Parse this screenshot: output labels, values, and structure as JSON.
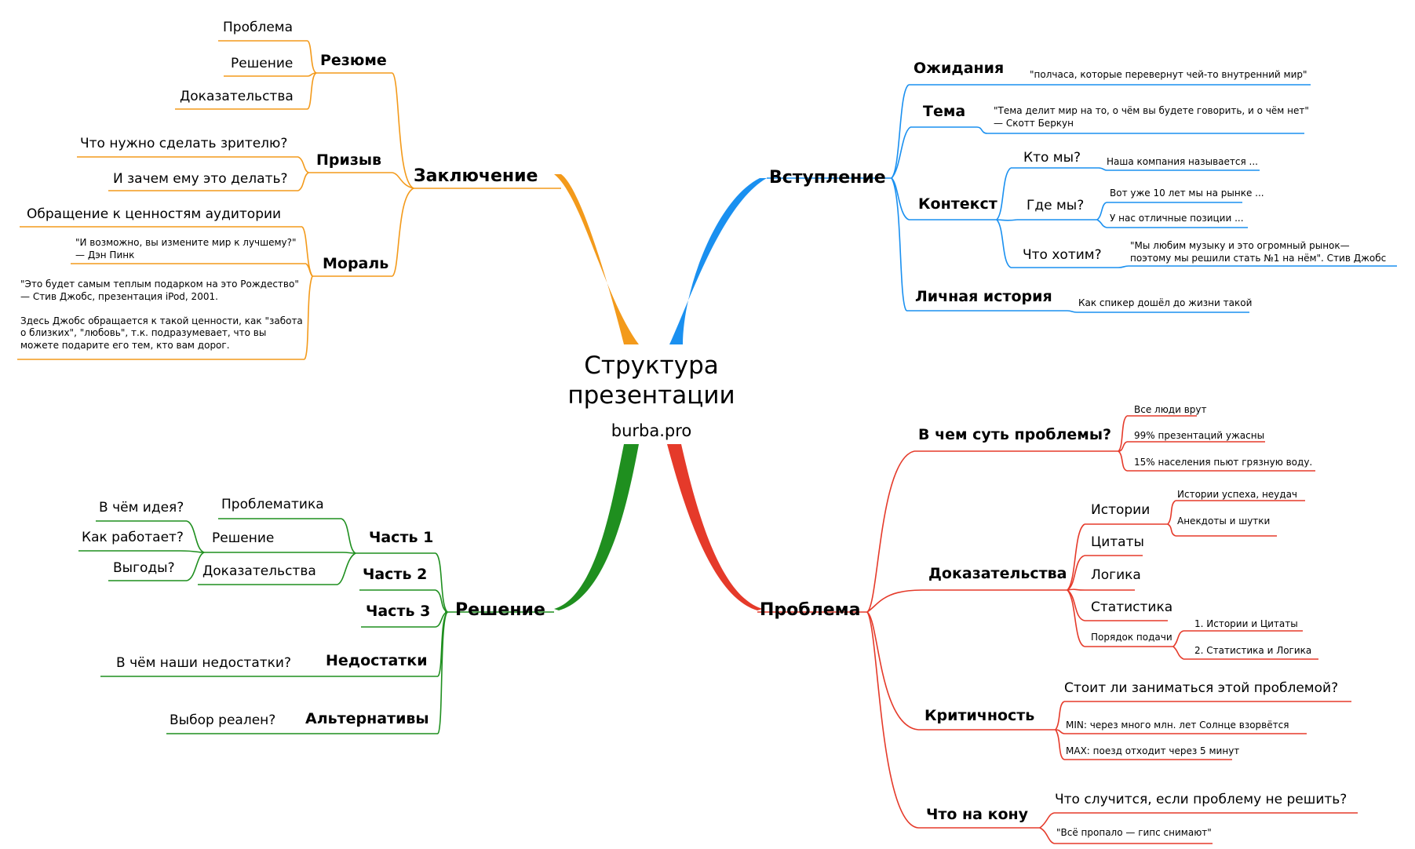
{
  "center": {
    "title_line1": "Структура",
    "title_line2": "презентации",
    "site": "burba.pro"
  },
  "colors": {
    "conclusion": "#f39a1b",
    "intro": "#1a90f0",
    "solution": "#1f8f1f",
    "problem": "#e53a2a"
  },
  "conclusion": {
    "title": "Заключение",
    "resume": {
      "title": "Резюме",
      "items": [
        "Проблема",
        "Решение",
        "Доказательства"
      ]
    },
    "call": {
      "title": "Призыв",
      "items": [
        "Что нужно сделать зрителю?",
        "И зачем ему это делать?"
      ]
    },
    "moral": {
      "title": "Мораль",
      "values": "Обращение к ценностям аудитории",
      "pink_quote": "\"И возможно, вы измените мир к лучшему?\"\n— Дэн Пинк",
      "jobs_quote": "\"Это будет самым теплым подарком на это Рождество\"\n— Стив Джобс, презентация iPod, 2001.\n\nЗдесь Джобс обращается к такой ценности, как \"забота\nо близких\", \"любовь\", т.к. подразумевает, что вы\nможете подарите его тем, кто вам дорог."
    }
  },
  "intro": {
    "title": "Вступление",
    "expectations": {
      "title": "Ожидания",
      "note": "\"полчаса, которые перевернут чей-то внутренний мир\""
    },
    "topic": {
      "title": "Тема",
      "note": "\"Тема делит мир на то, о чём вы будете говорить, и о чём нет\"\n— Скотт Беркун"
    },
    "context": {
      "title": "Контекст",
      "who": {
        "title": "Кто мы?",
        "note": "Наша компания называется ..."
      },
      "where": {
        "title": "Где мы?",
        "notes": [
          "Вот уже 10 лет мы на рынке ...",
          "У нас отличные позиции ..."
        ]
      },
      "want": {
        "title": "Что хотим?",
        "note": "\"Мы любим музыку и это огромный рынок—\nпоэтому мы решили стать №1 на нём\". Стив Джобс"
      }
    },
    "story": {
      "title": "Личная история",
      "note": "Как спикер дошёл до жизни такой"
    }
  },
  "solution": {
    "title": "Решение",
    "part1": {
      "title": "Часть 1",
      "items": [
        "Проблематика",
        "Решение",
        "Доказательства"
      ],
      "questions": [
        "В чём идея?",
        "Как работает?",
        "Выгоды?"
      ]
    },
    "part2": "Часть 2",
    "part3": "Часть 3",
    "drawbacks": {
      "title": "Недостатки",
      "question": "В чём наши недостатки?"
    },
    "alternatives": {
      "title": "Альтернативы",
      "question": "Выбор реален?"
    }
  },
  "problem": {
    "title": "Проблема",
    "essence": {
      "title": "В чем суть проблемы?",
      "items": [
        "Все люди врут",
        "99% презентаций ужасны",
        "15% населения пьют грязную воду."
      ]
    },
    "evidence": {
      "title": "Доказательства",
      "stories": {
        "title": "Истории",
        "items": [
          "Истории успеха, неудач",
          "Анекдоты и шутки"
        ]
      },
      "quotes": "Цитаты",
      "logic": "Логика",
      "stats": "Статистика",
      "order": {
        "title": "Порядок подачи",
        "items": [
          "1. Истории и Цитаты",
          "2. Статистика и Логика"
        ]
      }
    },
    "criticality": {
      "title": "Критичность",
      "question": "Стоит ли заниматься этой проблемой?",
      "items": [
        "MIN: через много млн. лет Солнце взорвётся",
        "MAX: поезд отходит через 5 минут"
      ]
    },
    "stakes": {
      "title": "Что на кону",
      "question": "Что случится, если проблему не решить?",
      "note": "\"Всё пропало — гипс снимают\""
    }
  }
}
